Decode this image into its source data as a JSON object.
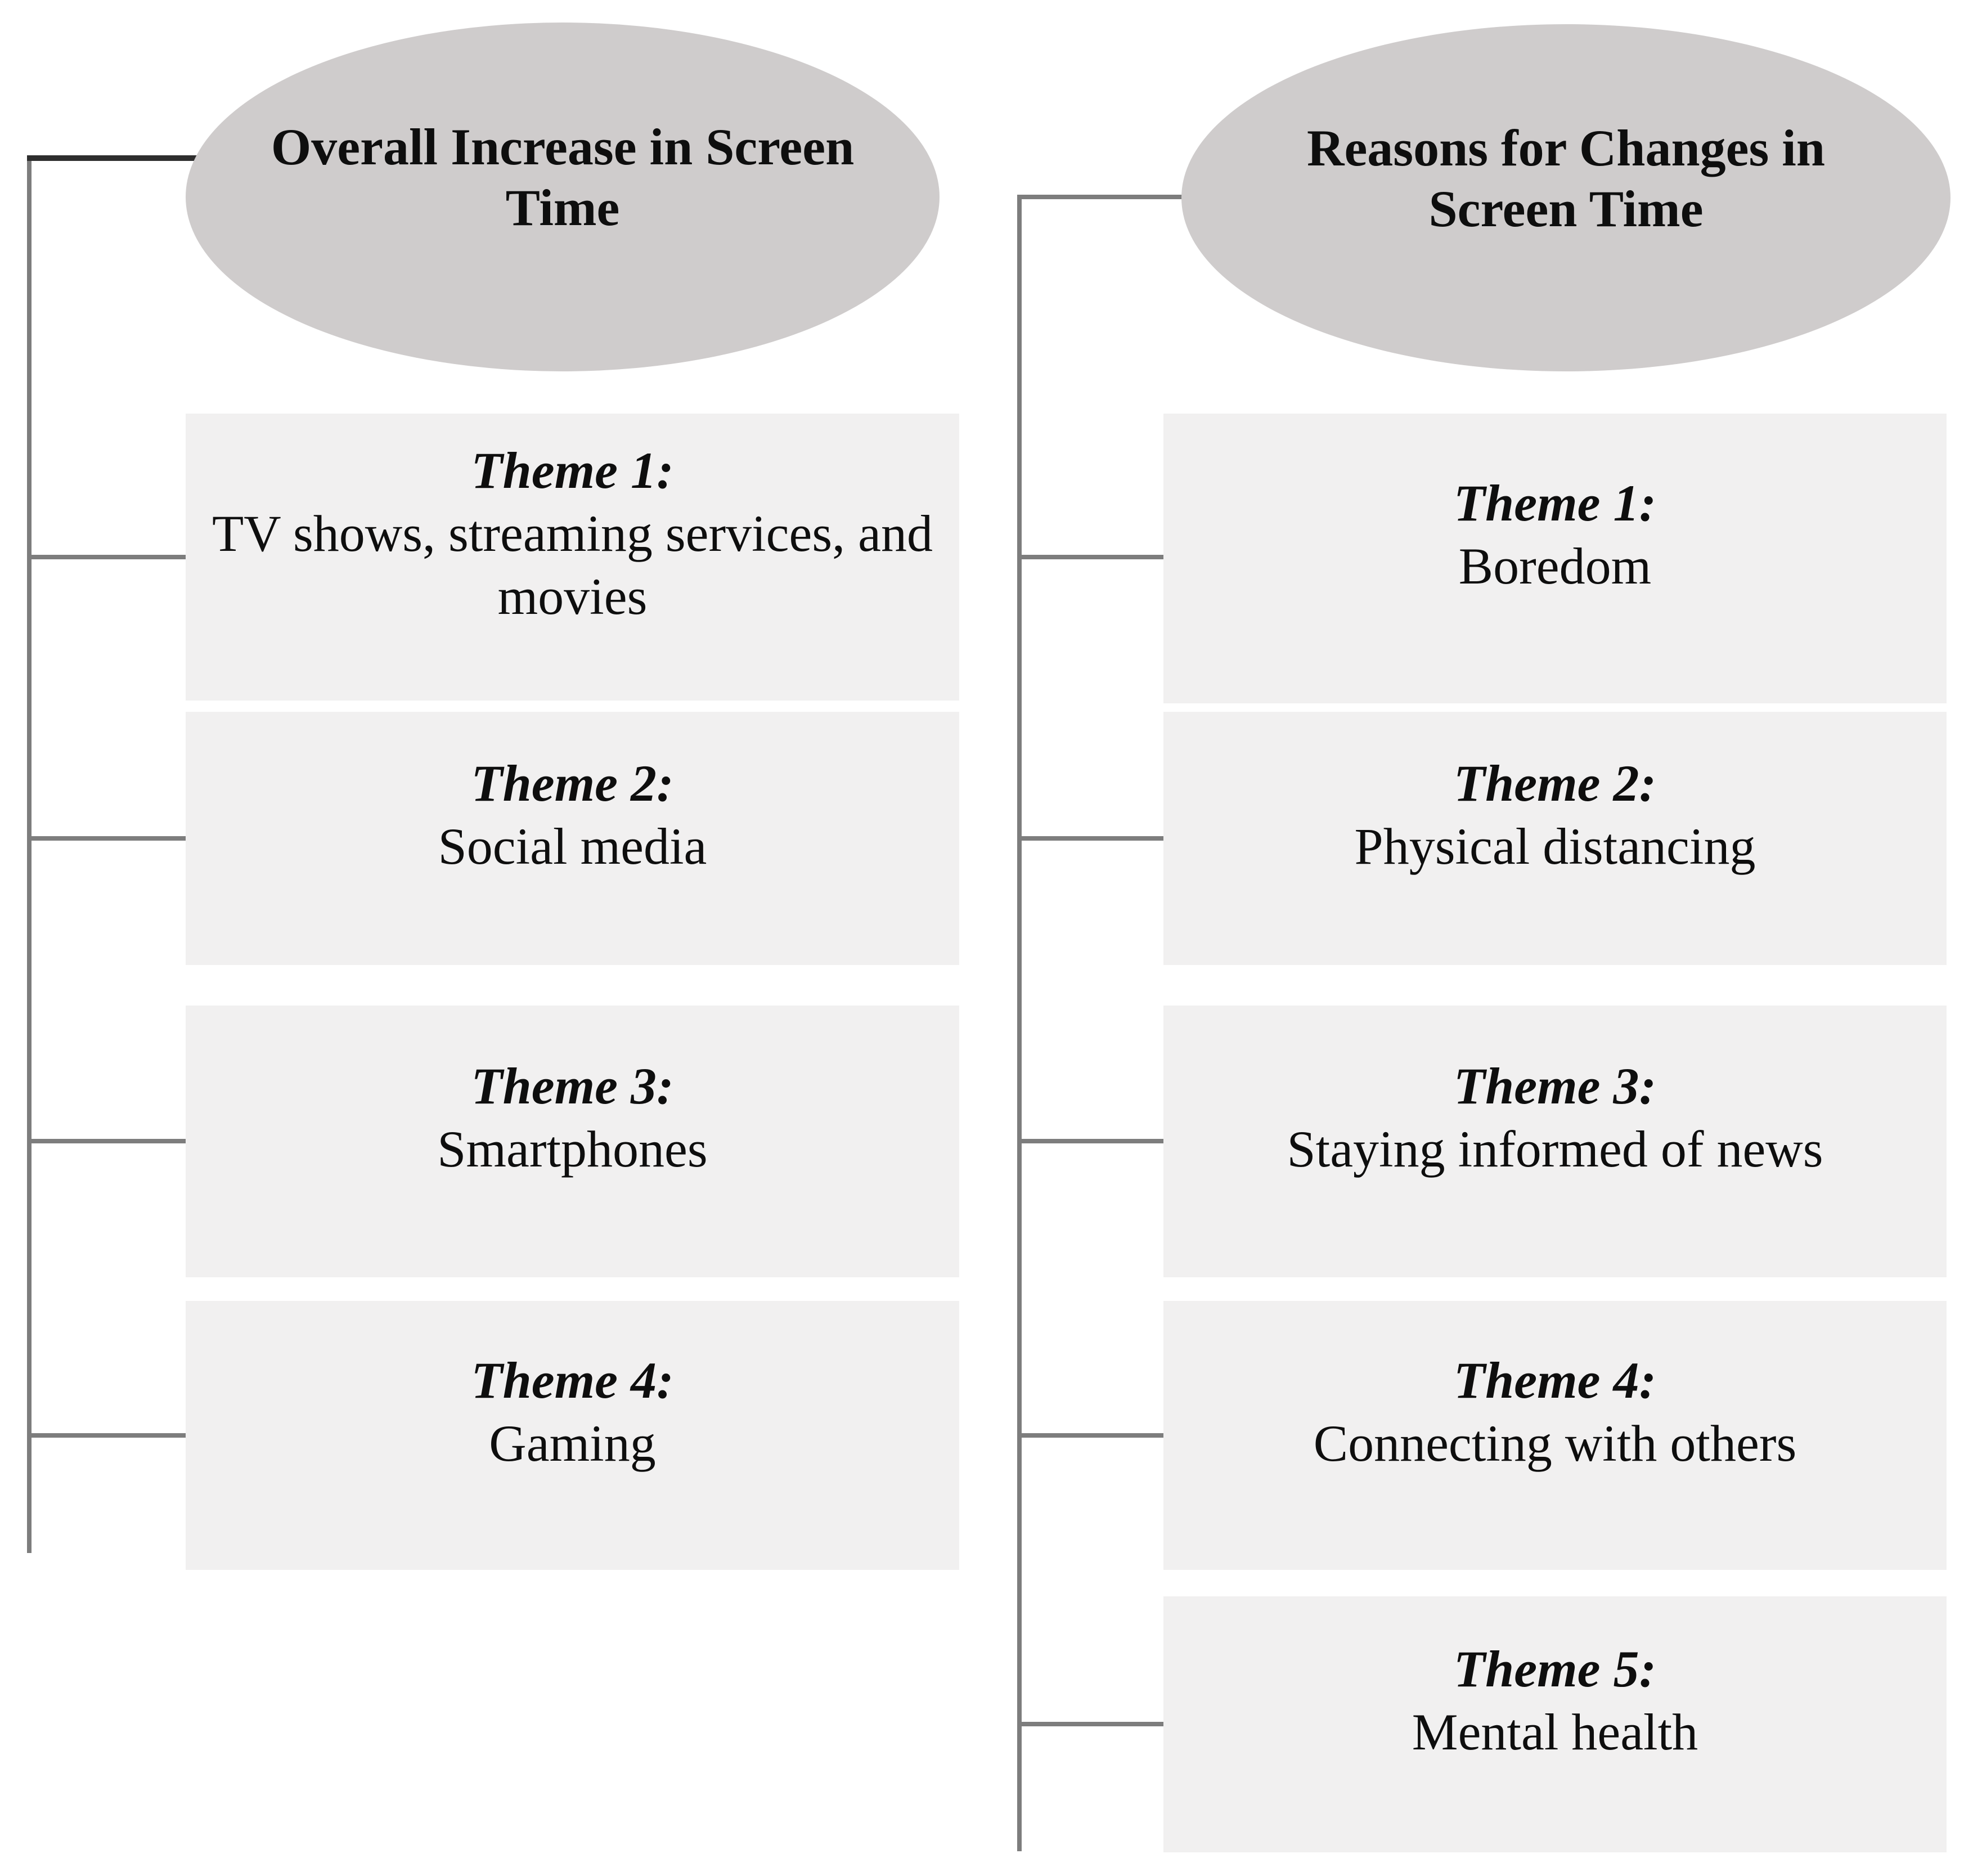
{
  "columns": {
    "left": {
      "ellipse_label": "Overall Increase in Screen Time",
      "themes": [
        {
          "label": "Theme 1:",
          "text": "TV shows, streaming services, and movies"
        },
        {
          "label": "Theme 2:",
          "text": "Social media"
        },
        {
          "label": "Theme 3:",
          "text": "Smartphones"
        },
        {
          "label": "Theme 4:",
          "text": "Gaming"
        }
      ]
    },
    "right": {
      "ellipse_label": "Reasons for Changes in Screen Time",
      "themes": [
        {
          "label": "Theme 1:",
          "text": "Boredom"
        },
        {
          "label": "Theme 2:",
          "text": "Physical distancing"
        },
        {
          "label": "Theme 3:",
          "text": "Staying informed of news"
        },
        {
          "label": "Theme 4:",
          "text": "Connecting with others"
        },
        {
          "label": "Theme 5:",
          "text": "Mental health"
        }
      ]
    }
  },
  "colors": {
    "background": "#ffffff",
    "ellipse_fill": "#cfcccc",
    "box_fill": "#f1f0f0",
    "connector": "#7d7d7d",
    "connector_dark": "#2e2e2e",
    "text": "#0e0e0e"
  }
}
